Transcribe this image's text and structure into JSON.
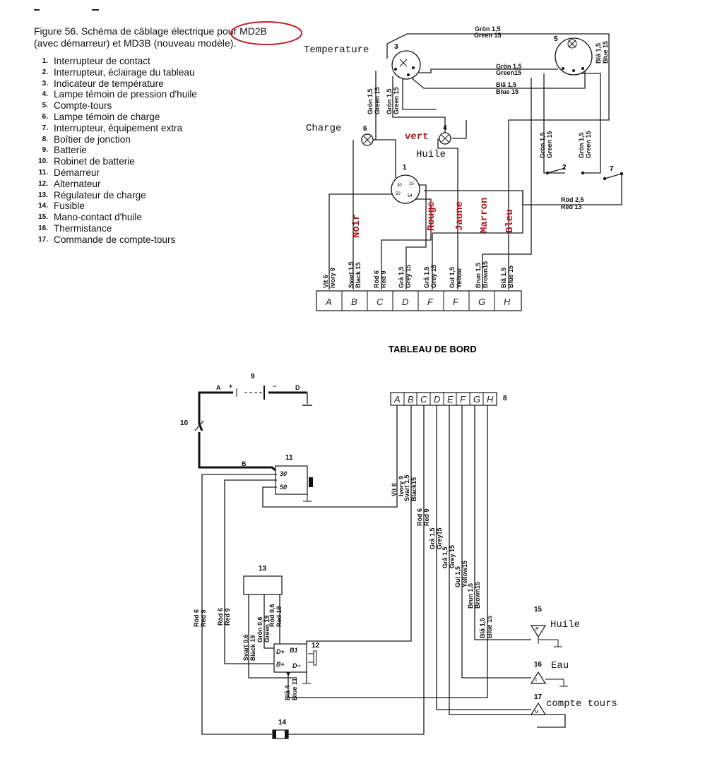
{
  "caption": {
    "line1": "Figure 56. Schéma de câblage électrique pour MD2B",
    "line2": "(avec démarreur) et MD3B (nouveau modèle)."
  },
  "legend": [
    {
      "num": "1.",
      "label": "Interrupteur de contact"
    },
    {
      "num": "2.",
      "label": "Interrupteur, éclairage du tableau"
    },
    {
      "num": "3.",
      "label": "Indicateur de température"
    },
    {
      "num": "4.",
      "label": "Lampe témoin de pression d'huile"
    },
    {
      "num": "5.",
      "label": "Compte-tours"
    },
    {
      "num": "6.",
      "label": "Lampe témoin de charge"
    },
    {
      "num": "7.",
      "label": "Interrupteur, équipement extra"
    },
    {
      "num": "8.",
      "label": "Boîtier de jonction"
    },
    {
      "num": "9.",
      "label": "Batterie"
    },
    {
      "num": "10.",
      "label": "Robinet de batterie"
    },
    {
      "num": "11.",
      "label": "Démarreur"
    },
    {
      "num": "12.",
      "label": "Alternateur"
    },
    {
      "num": "13.",
      "label": "Régulateur de charge"
    },
    {
      "num": "14.",
      "label": "Fusible"
    },
    {
      "num": "15.",
      "label": "Mano-contact d'huile"
    },
    {
      "num": "16.",
      "label": "Thermistance"
    },
    {
      "num": "17.",
      "label": "Commande de compte-tours"
    }
  ],
  "upper": {
    "section_title": "TABLEAU DE BORD",
    "handwritten": {
      "temperature": "Temperature",
      "charge": "Charge",
      "huile": "Huile",
      "vert": "vert",
      "noir": "Noir",
      "rouge": "Rouge",
      "jaune": "Jaune",
      "marron": "Marron",
      "bleu": "Bleu"
    },
    "component_numbers": {
      "n1": "1",
      "n2": "2",
      "n3": "3",
      "n4": "4",
      "n5": "5",
      "n6": "6",
      "n7": "7"
    },
    "terminals": [
      "A",
      "B",
      "C",
      "D",
      "F",
      "F",
      "G",
      "H"
    ],
    "wires": {
      "top_green_a": "Grön 1,5",
      "top_green_b": "Green 15",
      "mid_green_a": "Grön 1,5",
      "mid_green_b": "Green15",
      "blue_a": "Blå 1,5",
      "blue_b": "Blue 15",
      "rod_a": "Röd 2,5",
      "rod_b": "Red 13",
      "g1": "Grön 1,5",
      "g1b": "Green 15",
      "g2": "Grön 1,5",
      "g2b": "Green 15",
      "g3": "Grön 1,5",
      "g3b": "Green 15",
      "g4": "Grön 1,5",
      "g4b": "Green 15",
      "tach_blue_a": "Blå 1,5",
      "tach_blue_b": "Blue 15",
      "t1a": "Vit 6",
      "t1b": "Ivory 9",
      "t2a": "Svart 1,5",
      "t2b": "Black 15",
      "t3a": "Röd 6",
      "t3b": "Red 9",
      "t4a": "Grå 1,5",
      "t4b": "Grey 15",
      "t5a": "Grå 1,5",
      "t5b": "Grey 15",
      "t6a": "Gul 1,5",
      "t6b": "Yellow",
      "t7a": "Brun 1,5",
      "t7b": "Brown15",
      "t8a": "Blå 1,5",
      "t8b": "Blue 15"
    }
  },
  "lower": {
    "handwritten": {
      "huile": "Huile",
      "eau": "Eau",
      "compte_tours": "compte tours"
    },
    "component_numbers": {
      "n8": "8",
      "n9": "9",
      "n10": "10",
      "n11": "11",
      "n12": "12",
      "n13": "13",
      "n14": "14",
      "n15": "15",
      "n16": "16",
      "n17": "17"
    },
    "terminals": [
      "A",
      "B",
      "C",
      "D",
      "E",
      "F",
      "G",
      "H"
    ],
    "battery": {
      "a": "A",
      "plus": "+",
      "minus": "−",
      "d": "D",
      "b": "B"
    },
    "starter_terms": {
      "t30": "30",
      "t50": "50"
    },
    "alt_terms": {
      "b1": "B1",
      "bplus": "B+",
      "dplus": "D+",
      "dminus": "D−"
    },
    "wires": {
      "w1a": "Vit 6",
      "w1b": "Ivory 9",
      "w2a": "Svart 1,5",
      "w2b": "Black15",
      "w3a": "Röd 6",
      "w3b": "Red 9",
      "w4a": "Grå 1,5",
      "w4b": "Grey15",
      "w5a": "Grå 1,5",
      "w5b": "Grey 15",
      "w6a": "Gul 1,5",
      "w6b": "Yellow15",
      "w7a": "Brun 1,5",
      "w7b": "Brown15",
      "w8a": "Blå 1,5",
      "w8b": "Blue 15",
      "r1a": "Röd 6",
      "r1b": "Red 9",
      "r2a": "Röd 6",
      "r2b": "Red 9",
      "s1a": "Svart 0,6",
      "s1b": "Black 19",
      "s2a": "Grön 0,6",
      "s2b": "Green 19",
      "s3a": "Röd 0,6",
      "s3b": "Red 19",
      "b4a": "Blå 4",
      "b4b": "Blue 11"
    }
  },
  "colors": {
    "annotation_red": "#b0141a",
    "circle_red": "#c0202a",
    "line": "#1a1a1a"
  }
}
